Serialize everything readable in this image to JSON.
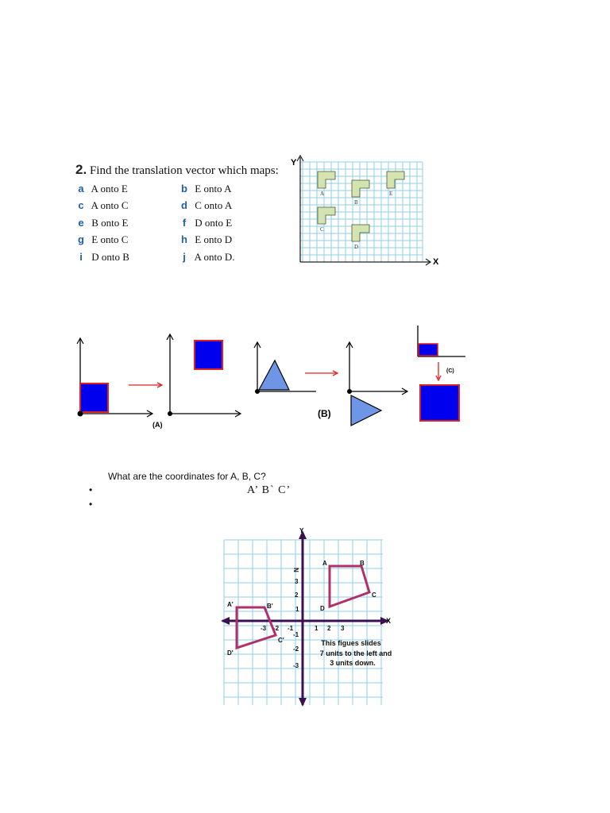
{
  "question": {
    "number": "2.",
    "prompt": "Find the translation vector which maps:",
    "items": [
      {
        "letter": "a",
        "text": "A onto E"
      },
      {
        "letter": "b",
        "text": "E onto A"
      },
      {
        "letter": "c",
        "text": "A onto C"
      },
      {
        "letter": "d",
        "text": "C onto A"
      },
      {
        "letter": "e",
        "text": "B onto E"
      },
      {
        "letter": "f",
        "text": "D onto E"
      },
      {
        "letter": "g",
        "text": "E onto C"
      },
      {
        "letter": "h",
        "text": "E onto D"
      },
      {
        "letter": "i",
        "text": "D onto B"
      },
      {
        "letter": "j",
        "text": "A onto D."
      }
    ]
  },
  "grid1": {
    "y_label": "Y",
    "x_label": "X",
    "shape_labels": [
      "A",
      "B",
      "E",
      "C",
      "D"
    ],
    "shape_color": "#d4e4b0"
  },
  "diagrams": {
    "label_a": "(A)",
    "label_b": "(B)",
    "label_c": "(C)",
    "square_fill": "#0000ee",
    "square_border": "#dd2020",
    "triangle_fill": "#6f96e6",
    "arrow_color": "#e02020"
  },
  "bottom_text": {
    "question": "What are the coordinates for A, B, C?",
    "bullet1": "•",
    "bullet2": "•",
    "primes": "A’ B` C’"
  },
  "grid2": {
    "y_label": "Y",
    "x_label": "X",
    "pos_x_ticks": [
      "1",
      "2",
      "3"
    ],
    "neg_x_ticks": [
      "-3",
      "-2",
      "-1"
    ],
    "pos_y_ticks": [
      "3",
      "2",
      "1"
    ],
    "neg_y_ticks": [
      "-1",
      "-2",
      "-3"
    ],
    "vertices": {
      "A": "A",
      "B": "B",
      "C": "C",
      "D": "D",
      "A_prime": "A'",
      "B_prime": "B'",
      "C_prime": "C'",
      "D_prime": "D'"
    },
    "note_line1": "This figues slides",
    "note_line2": "7 units to the left and",
    "note_line3": "3 units down.",
    "rotated_tick_label": "N",
    "shape_color": "#b0306a",
    "axis_color": "#3a1050",
    "grid_color": "#8fd2e6"
  }
}
